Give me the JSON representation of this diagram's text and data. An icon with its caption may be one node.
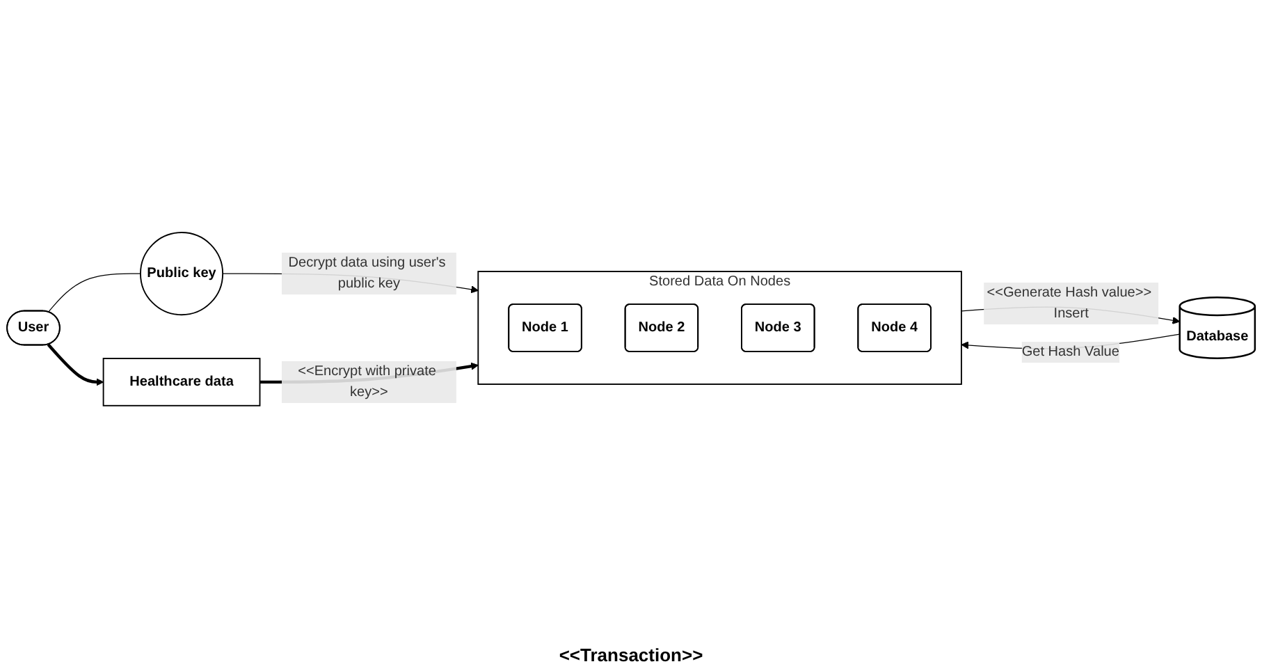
{
  "diagram": {
    "nodes": [
      {
        "text": [
          "Public key"
        ]
      },
      {
        "text": [
          "User"
        ]
      },
      {
        "text": [
          "Healthcare data"
        ]
      },
      {
        "text": [
          "Stored Data On Nodes"
        ]
      },
      {
        "text": [
          "Node 1"
        ],
        "in": 3
      },
      {
        "text": [
          "Node 2"
        ],
        "in": 3
      },
      {
        "text": [
          "Node 3"
        ],
        "in": 3
      },
      {
        "text": [
          "Node 4"
        ],
        "in": 3
      },
      {
        "text": [
          "Database"
        ]
      }
    ],
    "edges": [
      {
        "from": 1,
        "to": 0,
        "arrow": "none"
      },
      {
        "from": 0,
        "to": 3,
        "arrow": "to",
        "label": "Decrypt data using user's public key"
      },
      {
        "from": 1,
        "to": 2,
        "arrow": "to",
        "style": "thick"
      },
      {
        "from": 2,
        "to": 3,
        "arrow": "to",
        "style": "thick",
        "label": "<<Encrypt with private key>>"
      },
      {
        "from": 3,
        "to": 8,
        "arrow": "to",
        "label": "<<Generate Hash value>> Insert"
      },
      {
        "from": 8,
        "to": 3,
        "arrow": "to",
        "label": "Get Hash Value"
      }
    ],
    "labels": [
      "<<Transaction>>"
    ]
  }
}
